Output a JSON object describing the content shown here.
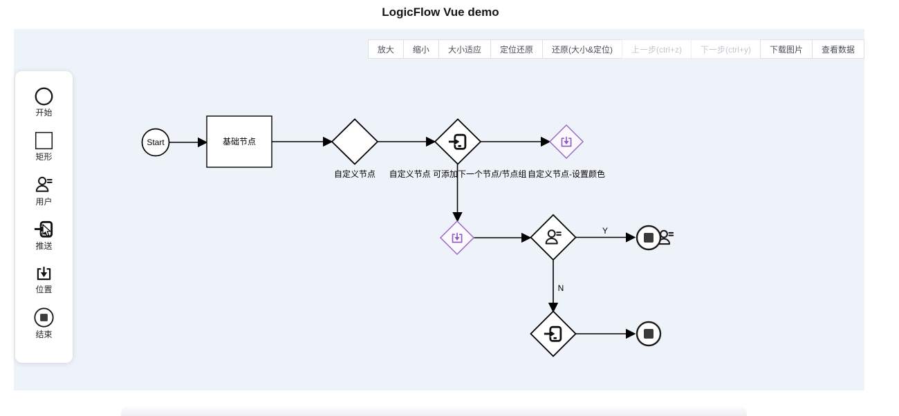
{
  "page": {
    "title": "LogicFlow Vue demo"
  },
  "toolbar": {
    "buttons": [
      {
        "label": "放大",
        "enabled": true
      },
      {
        "label": "缩小",
        "enabled": true
      },
      {
        "label": "大小适应",
        "enabled": true
      },
      {
        "label": "定位还原",
        "enabled": true
      },
      {
        "label": "还原(大小&定位)",
        "enabled": true
      },
      {
        "label": "上一步(ctrl+z)",
        "enabled": false
      },
      {
        "label": "下一步(ctrl+y)",
        "enabled": false
      },
      {
        "label": "下载图片",
        "enabled": true
      },
      {
        "label": "查看数据",
        "enabled": true
      }
    ]
  },
  "palette": {
    "items": [
      {
        "label": "开始",
        "icon": "circle-icon"
      },
      {
        "label": "矩形",
        "icon": "rectangle-icon"
      },
      {
        "label": "用户",
        "icon": "user-icon"
      },
      {
        "label": "推送",
        "icon": "push-icon"
      },
      {
        "label": "位置",
        "icon": "download-tray-icon"
      },
      {
        "label": "结束",
        "icon": "end-icon"
      }
    ]
  },
  "diagram": {
    "node_labels": {
      "start": "Start",
      "base_rect": "基础节点",
      "custom_user": "自定义节点",
      "custom_push": "自定义节点 可添加下一个节点/节点组",
      "custom_color": "自定义节点-设置颜色"
    },
    "edge_labels": {
      "yes": "Y",
      "no": "N"
    }
  },
  "colors": {
    "canvas_bg": "#eef2f9",
    "node_stroke": "#000000",
    "accent_purple": "#9a68c8",
    "purple_fill": "#fbf9fe",
    "end_square": "#3b3b3b",
    "disabled_text": "#c3c7cf"
  }
}
